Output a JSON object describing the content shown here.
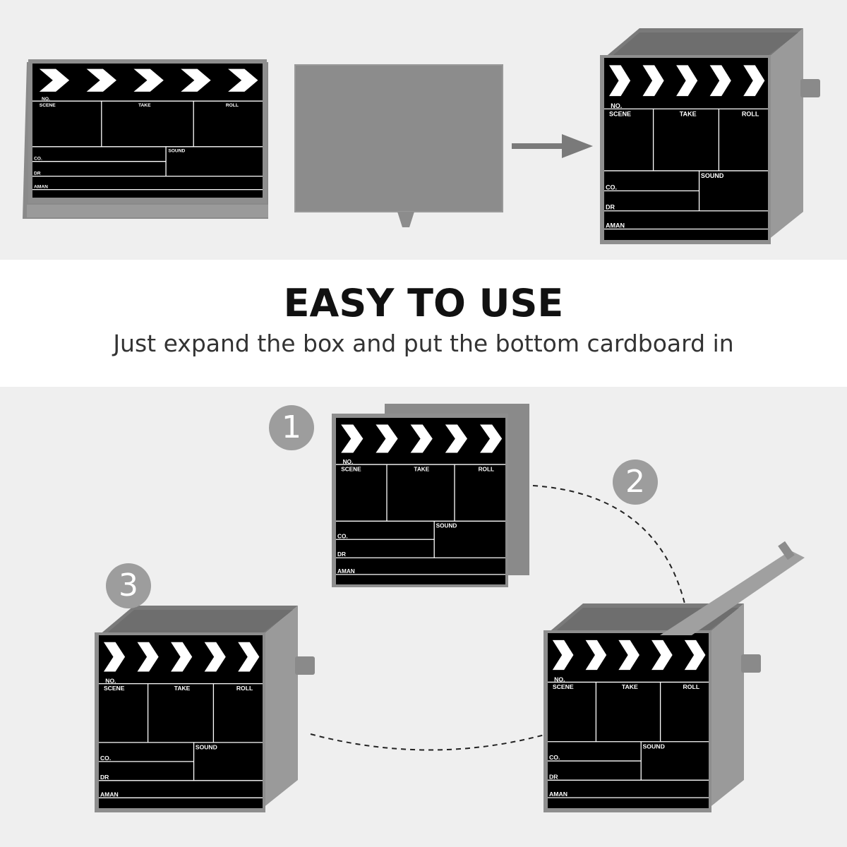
{
  "heading": {
    "title": "EASY TO USE",
    "subtitle": "Just expand the box and put the bottom cardboard in"
  },
  "steps": [
    "1",
    "2",
    "3"
  ],
  "clapperboard_labels": {
    "no": "NO.",
    "scene": "SCENE",
    "take": "TAKE",
    "roll": "ROLL",
    "sound": "SOUND",
    "co": "CO.",
    "dir": "DR",
    "cameraman": "AMAN"
  },
  "colors": {
    "background": "#efefef",
    "band": "#ffffff",
    "box_gray": "#8e8e8e",
    "inner_gray": "#7a7a7a",
    "board": "#000000",
    "step_circle": "#9d9d9d"
  }
}
